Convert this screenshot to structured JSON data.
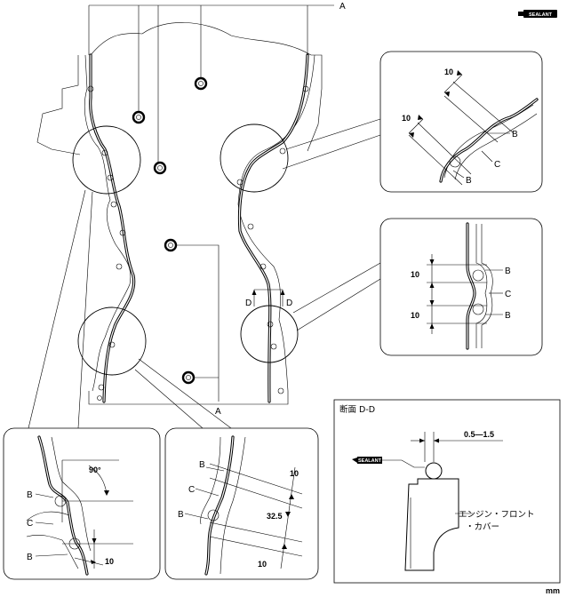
{
  "badge": {
    "text": "SEALANT"
  },
  "labels": {
    "A": "A",
    "B": "B",
    "C": "C",
    "D": "D",
    "dim10": "10",
    "dim90": "90°",
    "dim32_5": "32.5",
    "dim_gap": "0.5—1.5"
  },
  "section": {
    "title": "断面 D-D",
    "part_line1": "エンジン・フロント",
    "part_line2": "・カバー",
    "sealant_label": "SEALANT"
  },
  "unit": "mm"
}
